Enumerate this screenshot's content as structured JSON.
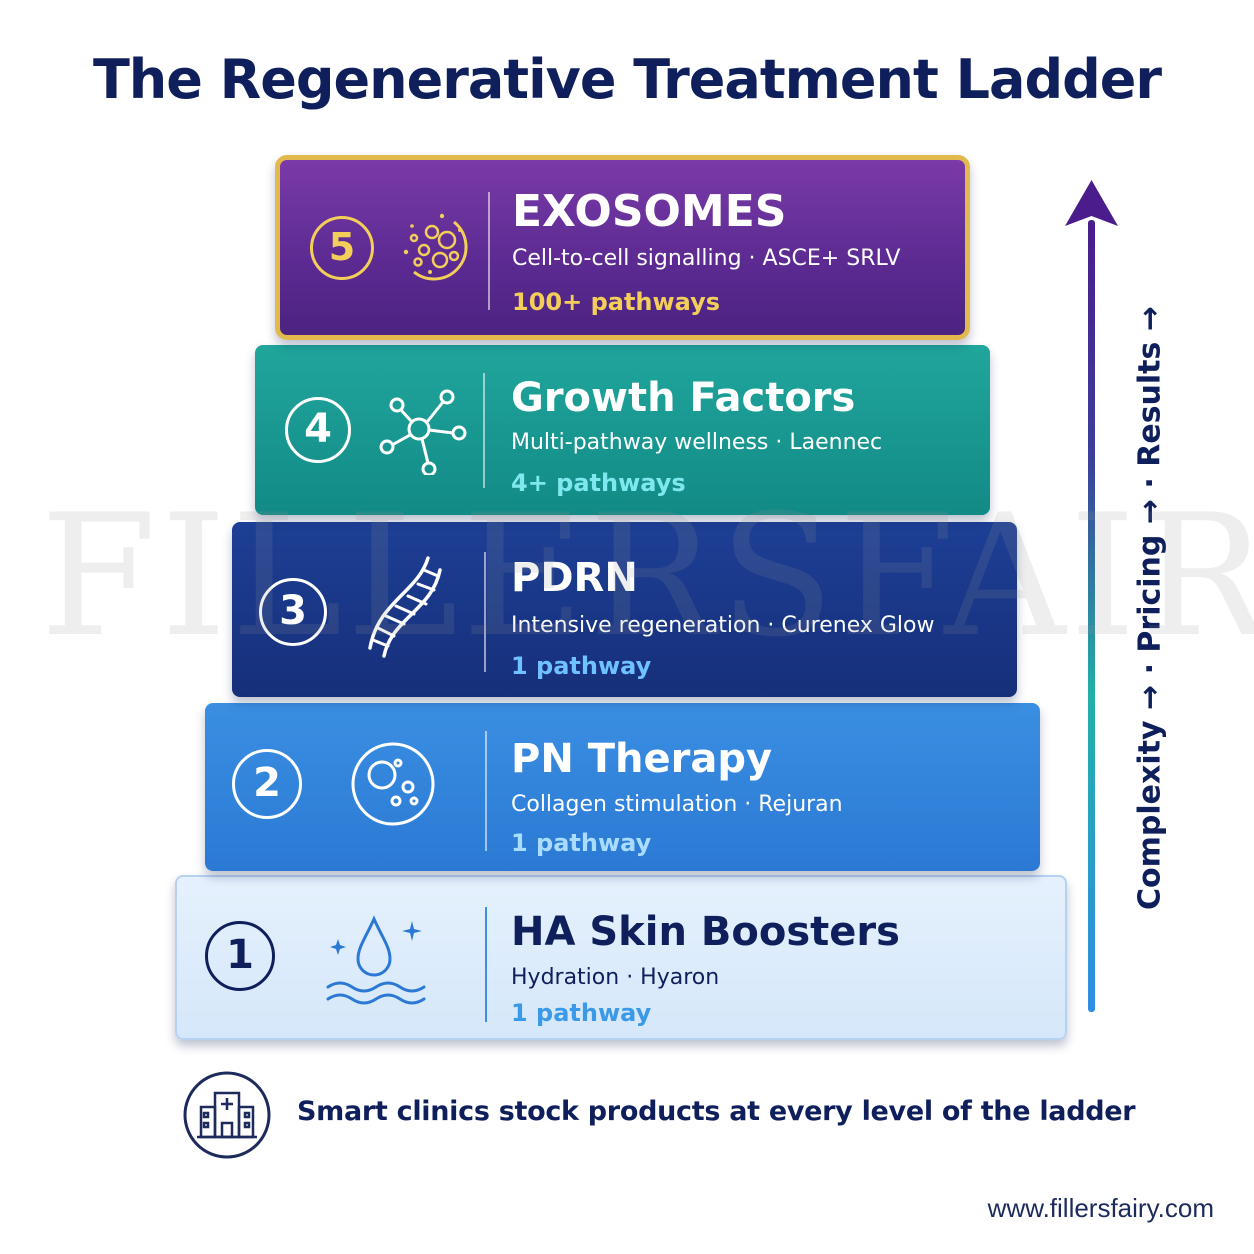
{
  "title": "The Regenerative Treatment Ladder",
  "watermark": "FILLERSFAIRY",
  "steps": [
    {
      "number": "5",
      "name": "EXOSOMES",
      "description": "Cell-to-cell signalling · ASCE+ SRLV",
      "pathways": "100+ pathways",
      "icon": "vesicles-icon"
    },
    {
      "number": "4",
      "name": "Growth Factors",
      "description": "Multi-pathway wellness · Laennec",
      "pathways": "4+ pathways",
      "icon": "molecule-network-icon"
    },
    {
      "number": "3",
      "name": "PDRN",
      "description": "Intensive regeneration · Curenex Glow",
      "pathways": "1 pathway",
      "icon": "dna-helix-icon"
    },
    {
      "number": "2",
      "name": "PN Therapy",
      "description": "Collagen stimulation · Rejuran",
      "pathways": "1 pathway",
      "icon": "cell-icon"
    },
    {
      "number": "1",
      "name": "HA Skin Boosters",
      "description": "Hydration · Hyaron",
      "pathways": "1 pathway",
      "icon": "water-drop-icon"
    }
  ],
  "axis_label": "Complexity → · Pricing → · Results →",
  "footer": {
    "text": "Smart clinics stock products at every level of the ladder",
    "icon": "clinic-building-icon"
  },
  "url": "www.fillersfairy.com",
  "colors": {
    "navy": "#0f1f5c",
    "step5": "#5b2a91",
    "step5_border": "#e2b94d",
    "step4": "#128a86",
    "step3": "#162f7a",
    "step2": "#2b79d4",
    "step1": "#dcebfb",
    "gold": "#f3cf5a",
    "cyan": "#7fe8ef",
    "light_blue": "#6fc2ff",
    "mid_blue": "#3a8fe2"
  }
}
